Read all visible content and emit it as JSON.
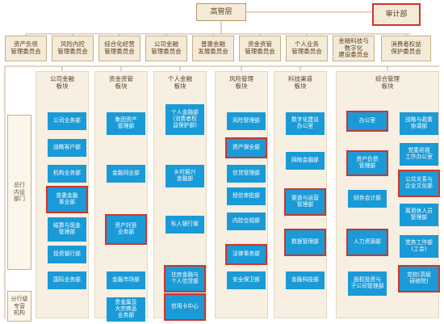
{
  "top": {
    "senior_mgmt": "高管层",
    "audit": "审计部"
  },
  "committees": [
    "资产负债\n管理委员会",
    "风险内控\n管理委员会",
    "综合化经营\n管理委员会",
    "公司金融\n管理委员会",
    "普惠金融\n发展委员会",
    "资金资管\n管理委员会",
    "个人业务\n管理委员会",
    "金融科技与\n数字化\n建设委员会",
    "消费者权益\n保护委员会"
  ],
  "side_labels": {
    "head_office": "总行\n内设\n部门",
    "branch": "分行级\n专营\n机构"
  },
  "sections": [
    {
      "title": "公司金融\n板块",
      "depts": [
        {
          "label": "公司业务部",
          "highlight": false
        },
        {
          "label": "战略客户部",
          "highlight": false
        },
        {
          "label": "机构业务部",
          "highlight": false
        },
        {
          "label": "普惠金融\n事业部",
          "highlight": true
        },
        {
          "label": "结算与现金\n管理部",
          "highlight": false
        },
        {
          "label": "投资银行部",
          "highlight": false
        },
        {
          "label": "国际业务部",
          "highlight": false
        }
      ]
    },
    {
      "title": "资金资管\n板块",
      "depts": [
        {
          "label": "集团资产\n管理部",
          "highlight": false
        },
        {
          "label": "金融同业部",
          "highlight": false
        },
        {
          "label": "资产托管\n业务部",
          "highlight": true
        },
        {
          "label": "金融市场部",
          "highlight": false
        },
        {
          "label": "贵金属及\n大宗商品\n业务部",
          "highlight": false
        }
      ]
    },
    {
      "title": "个人金融\n板块",
      "depts": [
        {
          "label": "个人金融部\n(消费者权\n益保护部)",
          "highlight": false
        },
        {
          "label": "乡村振兴\n金融部",
          "highlight": false
        },
        {
          "label": "私人银行部",
          "highlight": false
        },
        {
          "label": "住房金融与\n个人信贷部",
          "highlight": true
        },
        {
          "label": "信用卡中心",
          "highlight": true
        }
      ]
    },
    {
      "title": "风险管理\n板块",
      "depts": [
        {
          "label": "风险管理部",
          "highlight": false
        },
        {
          "label": "资产保全部",
          "highlight": true
        },
        {
          "label": "信贷管理部",
          "highlight": false
        },
        {
          "label": "授信审批部",
          "highlight": false
        },
        {
          "label": "内控合规部",
          "highlight": false
        },
        {
          "label": "法律事务部",
          "highlight": true
        },
        {
          "label": "安全保卫部",
          "highlight": false
        }
      ]
    },
    {
      "title": "科技渠道\n板块",
      "depts": [
        {
          "label": "数字化建设\n办公室",
          "highlight": false
        },
        {
          "label": "网络金融部",
          "highlight": false
        },
        {
          "label": "渠道与运营\n管理部",
          "highlight": true
        },
        {
          "label": "数据管理部",
          "highlight": true
        },
        {
          "label": "金融科技部",
          "highlight": false
        }
      ]
    },
    {
      "title": "综合管理\n板块",
      "depts": [
        {
          "label": "办公室",
          "highlight": true
        },
        {
          "label": "资产负债\n管理部",
          "highlight": true
        },
        {
          "label": "财务会计部",
          "highlight": false
        },
        {
          "label": "人力资源部",
          "highlight": true
        },
        {
          "label": "股权投资与\n子公司管理部",
          "highlight": false
        },
        {
          "label": "战略与政策\n协调部",
          "highlight": false
        },
        {
          "label": "党委巡视\n工作办公室",
          "highlight": false
        },
        {
          "label": "公共关系与\n企业文化部",
          "highlight": true
        },
        {
          "label": "离退休人员\n管理部",
          "highlight": false
        },
        {
          "label": "党务工作部\n(工会)",
          "highlight": false
        },
        {
          "label": "党校(高级\n研修院)",
          "highlight": true
        }
      ]
    }
  ],
  "colors": {
    "dept_blue": "#1a9ad6",
    "highlight_red": "#d0342c",
    "beige": "#f4ead8",
    "line": "#c9ae85"
  }
}
